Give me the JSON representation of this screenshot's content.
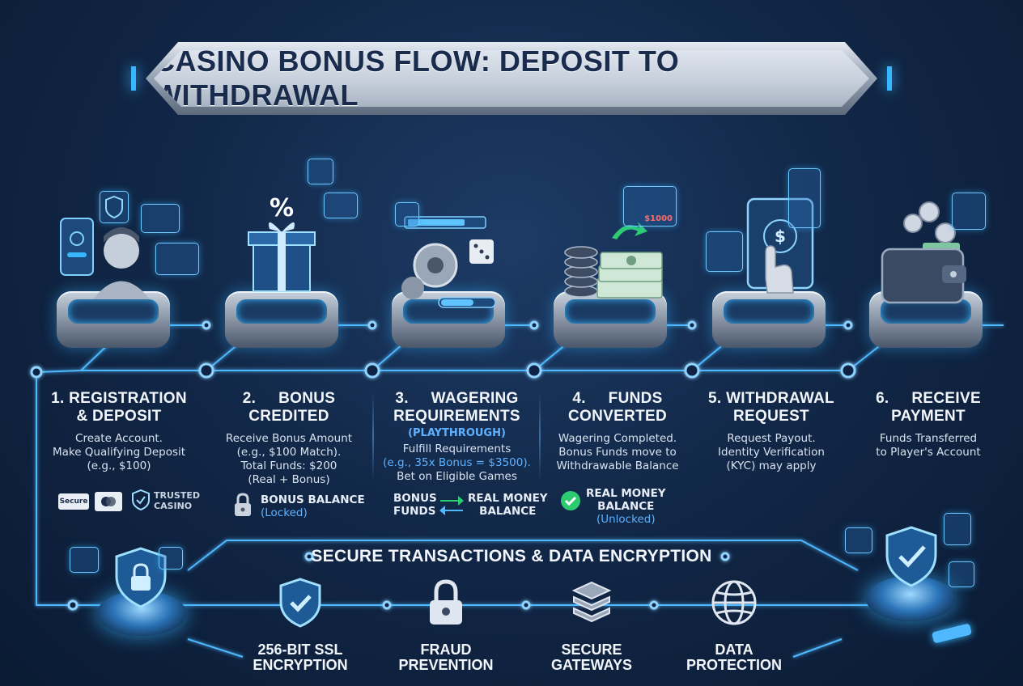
{
  "title": "CASINO BONUS FLOW: DEPOSIT TO WITHDRAWAL",
  "steps": [
    {
      "title_l1": "1. REGISTRATION",
      "title_l2": "& DEPOSIT",
      "desc_l1": "Create Account.",
      "desc_l2": "Make Qualifying Deposit",
      "desc_l3": "(e.g., $100)"
    },
    {
      "title_l1": "2.     BONUS",
      "title_l2": "CREDITED",
      "desc_l1": "Receive Bonus Amount",
      "desc_l2": "(e.g., $100 Match).",
      "desc_l3": "Total Funds: $200",
      "desc_l4": "(Real + Bonus)"
    },
    {
      "title_l1": "3.     WAGERING",
      "title_l2": "REQUIREMENTS",
      "subtitle": "(PLAYTHROUGH)",
      "desc_l1": "Fulfill Requirements",
      "desc_l2": "(e.g., 35x Bonus = $3500).",
      "desc_l3": "Bet on Eligible Games"
    },
    {
      "title_l1": "4.     FUNDS",
      "title_l2": "CONVERTED",
      "desc_l1": "Wagering Completed.",
      "desc_l2": "Bonus Funds move to",
      "desc_l3": "Withdrawable Balance"
    },
    {
      "title_l1": "5. WITHDRAWAL",
      "title_l2": "REQUEST",
      "desc_l1": "Request Payout.",
      "desc_l2": "Identity Verification",
      "desc_l3": "(KYC) may apply"
    },
    {
      "title_l1": "6.     RECEIVE",
      "title_l2": "PAYMENT",
      "desc_l1": "Funds Transferred",
      "desc_l2": "to Player's Account"
    }
  ],
  "badges": {
    "secure": "Secure",
    "trusted_l1": "TRUSTED",
    "trusted_l2": "CASINO"
  },
  "bonus_balance": {
    "l1": "BONUS BALANCE",
    "l2": "(Locked)"
  },
  "conversion": {
    "from_l1": "BONUS",
    "from_l2": "FUNDS",
    "to_l1": "REAL MONEY",
    "to_l2": "BALANCE"
  },
  "real_money": {
    "l1": "REAL MONEY",
    "l2": "BALANCE",
    "l3": "(Unlocked)"
  },
  "screen_amount": "$1000",
  "security": {
    "title": "SECURE TRANSACTIONS & DATA ENCRYPTION",
    "items": [
      {
        "l1": "256-BIT SSL",
        "l2": "ENCRYPTION",
        "icon": "shield-check-icon"
      },
      {
        "l1": "FRAUD",
        "l2": "PREVENTION",
        "icon": "padlock-icon"
      },
      {
        "l1": "SECURE",
        "l2": "GATEWAYS",
        "icon": "server-stack-icon"
      },
      {
        "l1": "DATA",
        "l2": "PROTECTION",
        "icon": "globe-icon"
      }
    ]
  },
  "colors": {
    "accent": "#38b6ff",
    "background": "#122848",
    "banner_text": "#1a2c4d",
    "success": "#2ecc71"
  }
}
